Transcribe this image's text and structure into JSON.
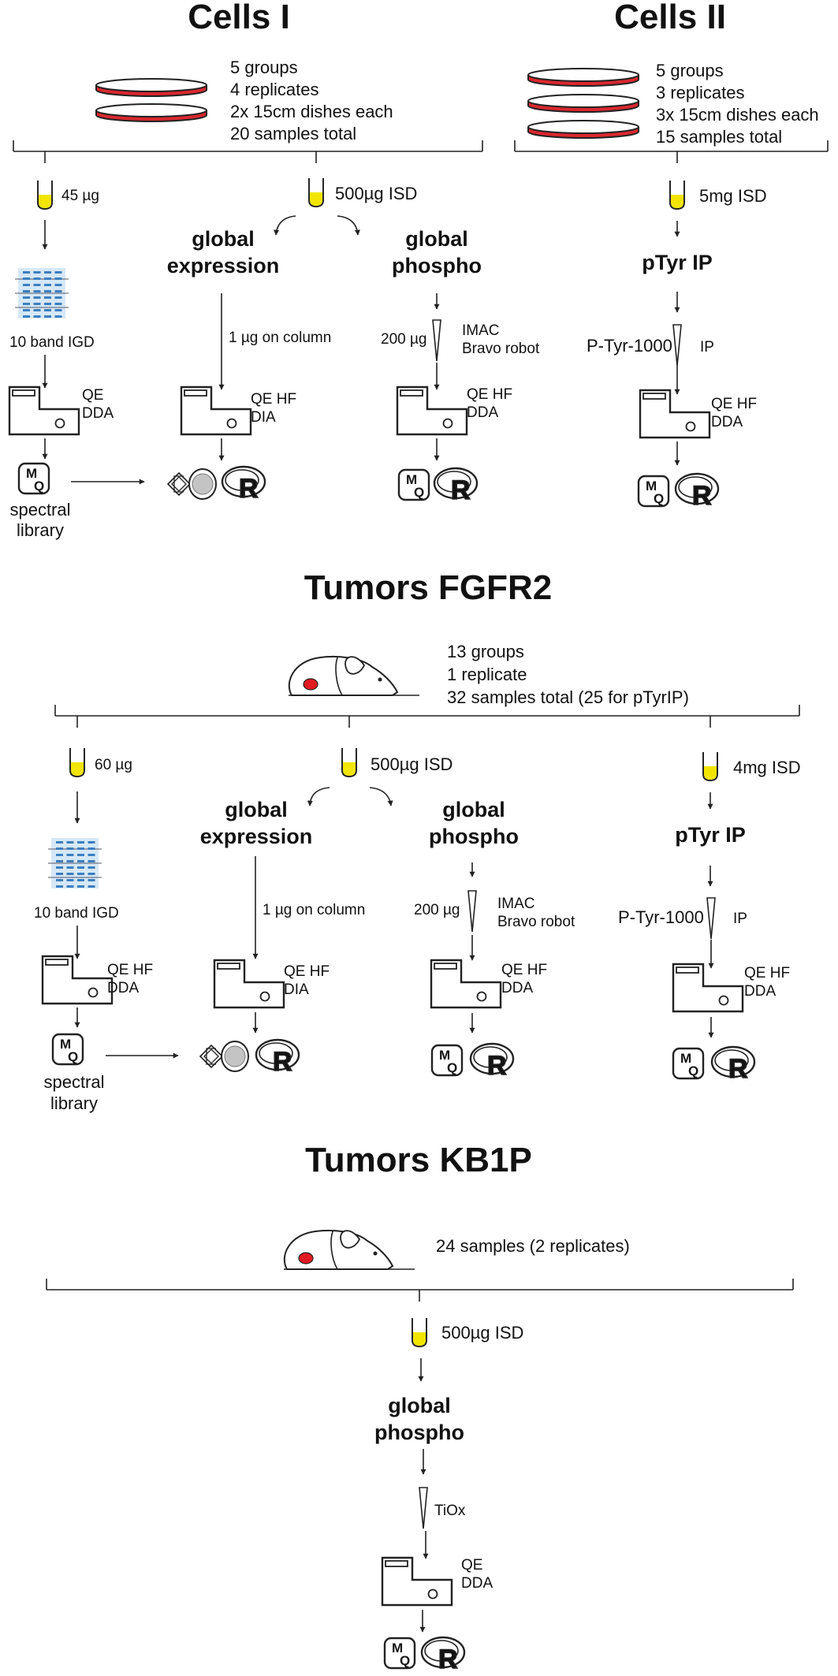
{
  "sections": {
    "cells1": {
      "title": "Cells I",
      "info": [
        "5 groups",
        "4 replicates",
        "2x 15cm dishes each",
        "20 samples total"
      ],
      "gel_amount": "45 µg",
      "gel_label": "10 band IGD",
      "ms_gel": [
        "QE",
        "DDA"
      ],
      "library_label": [
        "spectral",
        "library"
      ],
      "isd_amount": "500µg ISD",
      "expression_title": [
        "global",
        "expression"
      ],
      "on_column": "1 µg on column",
      "ms_expression": [
        "QE HF",
        "DIA"
      ],
      "phospho_title": [
        "global",
        "phospho"
      ],
      "phospho_amount": "200 µg",
      "phospho_enrich": [
        "IMAC",
        "Bravo robot"
      ],
      "ms_phospho": [
        "QE HF",
        "DDA"
      ]
    },
    "cells2": {
      "title": "Cells II",
      "info": [
        "5 groups",
        "3 replicates",
        "3x 15cm dishes each",
        "15 samples total"
      ],
      "isd_amount": "5mg ISD",
      "ptyr_title": "pTyr IP",
      "antibody": "P-Tyr-1000",
      "ip_label": "IP",
      "ms_ptyr": [
        "QE HF",
        "DDA"
      ]
    },
    "fgfr2": {
      "title": "Tumors FGFR2",
      "info": [
        "13 groups",
        "1 replicate",
        "32 samples total (25 for pTyrIP)"
      ],
      "gel_amount": "60 µg",
      "gel_label": "10 band IGD",
      "ms_gel": [
        "QE HF",
        "DDA"
      ],
      "library_label": [
        "spectral",
        "library"
      ],
      "isd_amount": "500µg ISD",
      "expression_title": [
        "global",
        "expression"
      ],
      "on_column": "1 µg on column",
      "ms_expression": [
        "QE HF",
        "DIA"
      ],
      "phospho_title": [
        "global",
        "phospho"
      ],
      "phospho_amount": "200 µg",
      "phospho_enrich": [
        "IMAC",
        "Bravo robot"
      ],
      "ms_phospho": [
        "QE HF",
        "DDA"
      ],
      "ptyr_isd": "4mg ISD",
      "ptyr_title": "pTyr IP",
      "antibody": "P-Tyr-1000",
      "ip_label": "IP",
      "ms_ptyr": [
        "QE HF",
        "DDA"
      ]
    },
    "kb1p": {
      "title": "Tumors KB1P",
      "info": "24 samples (2 replicates)",
      "isd_amount": "500µg ISD",
      "phospho_title": [
        "global",
        "phospho"
      ],
      "enrich": "TiOx",
      "ms_phospho": [
        "QE",
        "DDA"
      ]
    }
  },
  "icons": {
    "maxquant": "maxquant-icon",
    "r": "r-logo-icon",
    "spectronaut": "spectronaut-icon",
    "ms": "mass-spectrometer-icon",
    "tube": "sample-tube-icon",
    "tip": "enrichment-tip-icon",
    "gel": "gel-icon",
    "dish": "culture-dish-icon",
    "mouse": "mouse-icon"
  },
  "colors": {
    "tube_fill": "#f2e500",
    "dish_red": "#d8282e",
    "tumor_red": "#e21b23",
    "gel_bg": "#d6e8f7",
    "gel_band": "#3c7fc0",
    "spectronaut_gray": "#c4c4c4"
  }
}
